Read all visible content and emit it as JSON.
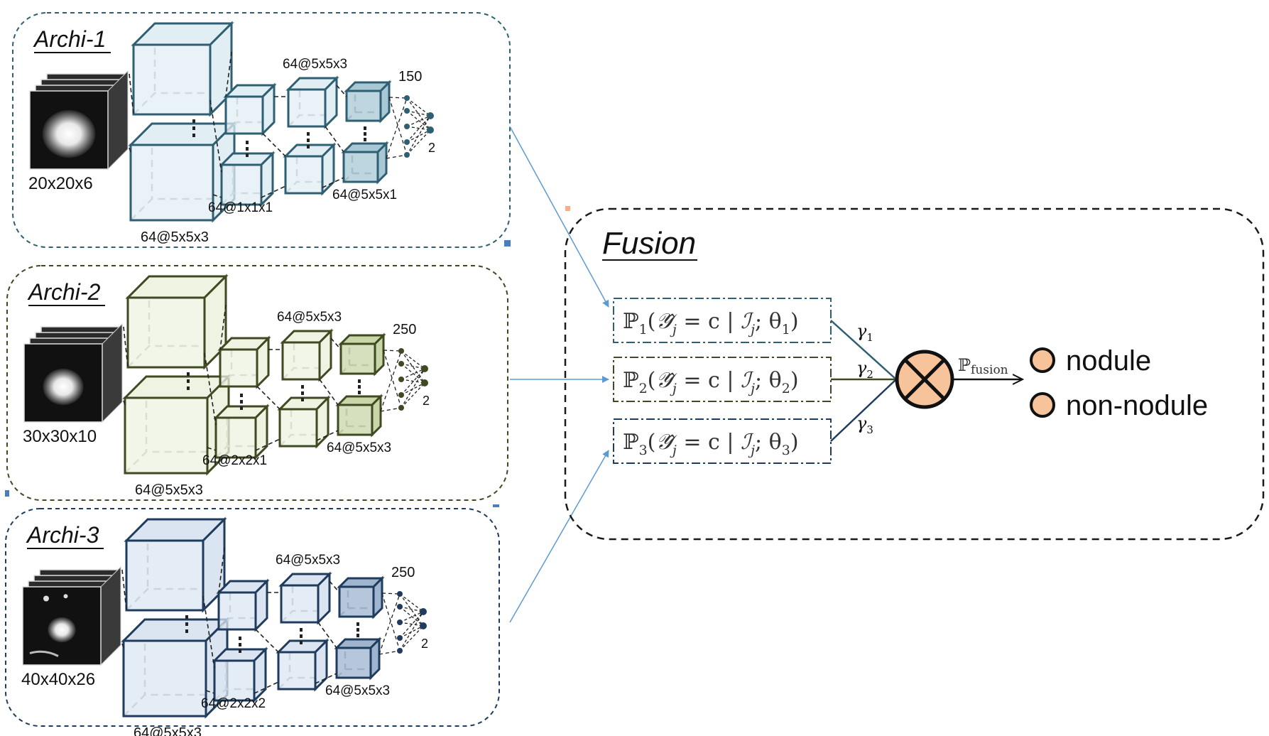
{
  "colors": {
    "archi1": "#2f5f72",
    "archi1_fill": "#e1eef4",
    "archi2": "#3f4a22",
    "archi2_fill": "#eef3e2",
    "archi3": "#1f3c5e",
    "archi3_fill": "#dbe5f1",
    "arrow": "#5b9bd5",
    "fusion_border": "#1a1a1a",
    "output_dot": "#f7c39b"
  },
  "archs": [
    {
      "title": "Archi-1",
      "input_size": "20x20x6",
      "layer1_label": "64@5x5x3",
      "layer2_label": "64@1x1x1",
      "layer3_label": "64@5x5x3",
      "layer4_label": "64@5x5x1",
      "fc_top": "150",
      "fc_bottom": "2"
    },
    {
      "title": "Archi-2",
      "input_size": "30x30x10",
      "layer1_label": "64@5x5x3",
      "layer2_label": "64@2x2x1",
      "layer3_label": "64@5x5x3",
      "layer4_label": "64@5x5x3",
      "fc_top": "250",
      "fc_bottom": "2"
    },
    {
      "title": "Archi-3",
      "input_size": "40x40x26",
      "layer1_label": "64@5x5x3",
      "layer2_label": "64@2x2x2",
      "layer3_label": "64@5x5x3",
      "layer4_label": "64@5x5x3",
      "fc_top": "250",
      "fc_bottom": "2"
    }
  ],
  "fusion": {
    "title": "Fusion",
    "prob_symbol": "ℙ",
    "prob_1_index": "1",
    "prob_2_index": "2",
    "prob_3_index": "3",
    "prob_args_a": "(",
    "prob_args_y": "𝒴̂",
    "prob_args_j": "j",
    "prob_args_mid": " = c | ",
    "prob_args_i": "ℐ",
    "prob_args_sep": "; θ",
    "prob_args_end": ")",
    "gamma_symbol": "γ",
    "gamma_1_index": "1",
    "gamma_2_index": "2",
    "gamma_3_index": "3",
    "fusion_label_symbol": "ℙ",
    "fusion_label_sub": "fusion",
    "outputs": [
      "nodule",
      "non-nodule"
    ]
  }
}
